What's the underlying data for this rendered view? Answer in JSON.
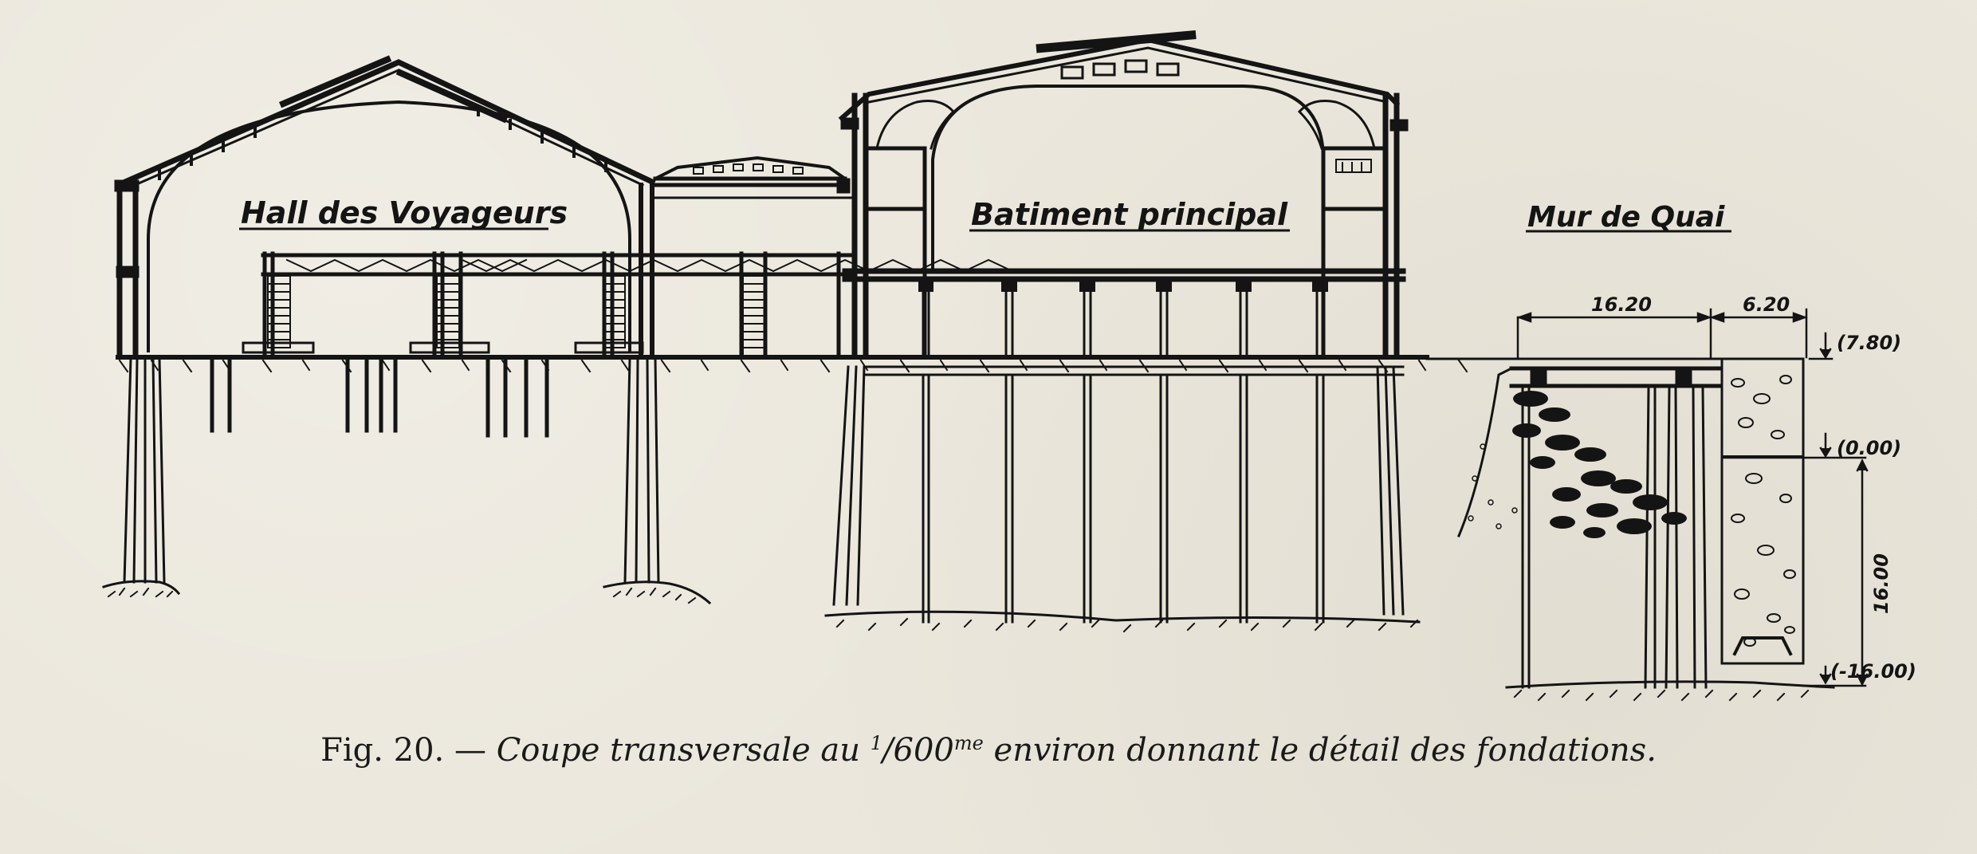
{
  "labels": {
    "hall": "Hall des Voyageurs",
    "batiment": "Batiment principal",
    "mur": "Mur de Quai"
  },
  "dimensions": {
    "width_left": "16.20",
    "width_right": "6.20",
    "level_top": "(7.80)",
    "level_zero": "(0.00)",
    "height": "16.00",
    "level_bottom": "(-16.00)"
  },
  "caption": {
    "fig": "Fig. 20.",
    "dash": " — ",
    "text_a": "Coupe transversale au ",
    "scale_num": "1",
    "slash": "/",
    "scale_den": "600",
    "scale_sup": "me",
    "text_b": " environ donnant le détail des fondations."
  },
  "colors": {
    "paper": "#ebe7dc",
    "ink": "#141414"
  }
}
